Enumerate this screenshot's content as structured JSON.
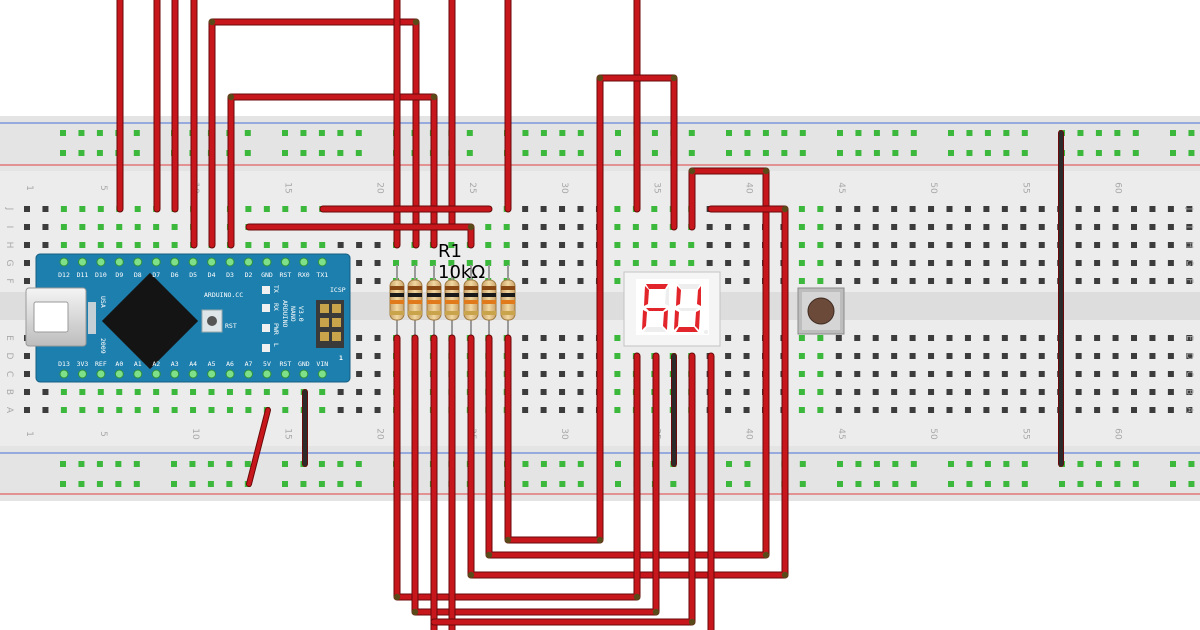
{
  "breadboard": {
    "row_letters_top": [
      "J",
      "I",
      "H",
      "G",
      "F"
    ],
    "row_letters_bottom": [
      "E",
      "D",
      "C",
      "B",
      "A"
    ],
    "column_labels": [
      "1",
      "5",
      "10",
      "15",
      "20",
      "25",
      "30",
      "35",
      "40",
      "45",
      "50",
      "55",
      "60"
    ]
  },
  "arduino": {
    "brand": "ARDUINO.CC",
    "model_lines": [
      "ARDUINO",
      "NANO",
      "V3.0"
    ],
    "country": "USA",
    "year": "2009",
    "rst_label": "RST",
    "icsp_label": "ICSP",
    "icsp_one": "1",
    "led_labels": [
      "TX",
      "RX",
      "PWR",
      "L"
    ],
    "top_pins": [
      "D12",
      "D11",
      "D10",
      "D9",
      "D8",
      "D7",
      "D6",
      "D5",
      "D4",
      "D3",
      "D2",
      "GND",
      "RST",
      "RX0",
      "TX1"
    ],
    "bottom_pins": [
      "D13",
      "3V3",
      "REF",
      "A0",
      "A1",
      "A2",
      "A3",
      "A4",
      "A5",
      "A6",
      "A7",
      "5V",
      "RST",
      "GND",
      "VIN"
    ]
  },
  "resistor": {
    "name": "R1",
    "value": "10kΩ"
  },
  "colors": {
    "wire": "#c8161d",
    "ground_wire": "#2b2b2b",
    "nano_board": "#1d7fad",
    "breadboard": "#ececec",
    "hole_connected": "#3cb83c",
    "segment_lit": "#e2242b"
  }
}
